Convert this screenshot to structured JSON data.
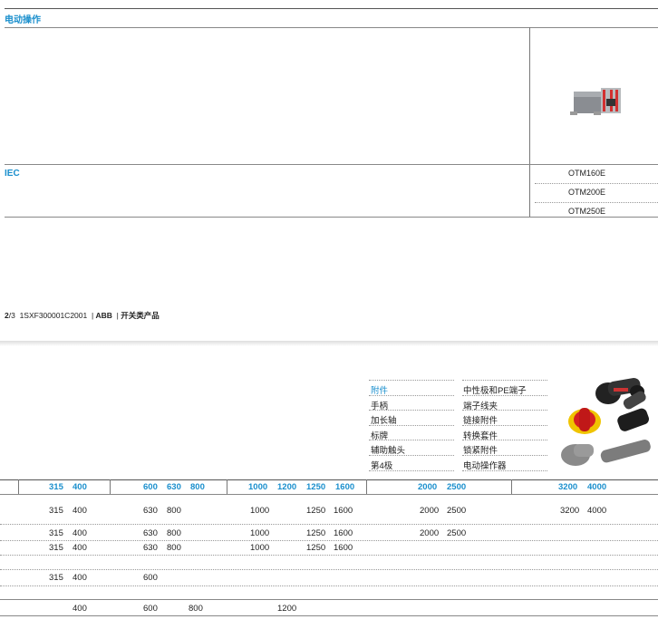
{
  "top": {
    "section_title": "电动操作",
    "iec_label": "IEC",
    "models": [
      "OTM160E",
      "OTM200E",
      "OTM250E"
    ]
  },
  "footer": {
    "page_num": "2",
    "page_sep": "/3",
    "doc_code": "1SXF300001C2001",
    "brand": "ABB",
    "category": "开关类产品"
  },
  "accessory_menu": {
    "col1": [
      "附件",
      "手柄",
      "加长轴",
      "标牌",
      "辅助触头",
      "第4极"
    ],
    "col2": [
      "中性极和PE端子",
      "端子线夹",
      "链接附件",
      "转换套件",
      "锁紧附件",
      "电动操作器"
    ]
  },
  "header_row": [
    "315",
    "400",
    "600",
    "630",
    "800",
    "1000",
    "1200",
    "1250",
    "1600",
    "2000",
    "2500",
    "3200",
    "4000"
  ],
  "rows": [
    [
      "315",
      "400",
      "630",
      "800",
      "1000",
      "1250",
      "1600",
      "2000",
      "2500",
      "3200",
      "4000"
    ],
    [
      "315",
      "400",
      "630",
      "800",
      "1000",
      "1250",
      "1600",
      "2000",
      "2500"
    ],
    [
      "315",
      "400",
      "630",
      "800",
      "1000",
      "1250",
      "1600"
    ],
    [
      "315",
      "400",
      "600"
    ],
    [
      "400",
      "600",
      "800",
      "1200"
    ]
  ],
  "colors": {
    "accent": "#1a8fcd",
    "rule": "#555555"
  }
}
